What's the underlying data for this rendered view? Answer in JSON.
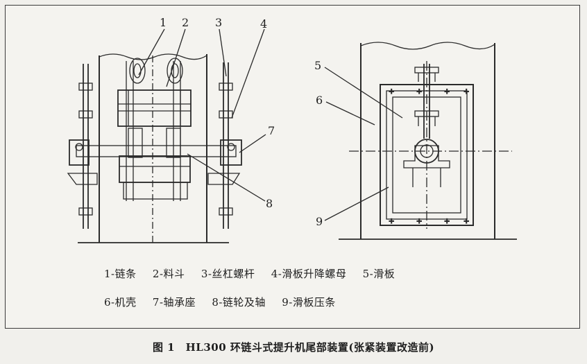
{
  "figure": {
    "callouts": [
      "1",
      "2",
      "3",
      "4",
      "5",
      "6",
      "7",
      "8",
      "9"
    ],
    "legend_row1": [
      "1-链条",
      "2-料斗",
      "3-丝杠螺杆",
      "4-滑板升降螺母",
      "5-滑板"
    ],
    "legend_row2": [
      "6-机壳",
      "7-轴承座",
      "8-链轮及轴",
      "9-滑板压条"
    ],
    "caption": "图 1　HL300 环链斗式提升机尾部装置(张紧装置改造前)"
  },
  "colors": {
    "line": "#2a2a2a",
    "paper": "#f4f3ef"
  }
}
